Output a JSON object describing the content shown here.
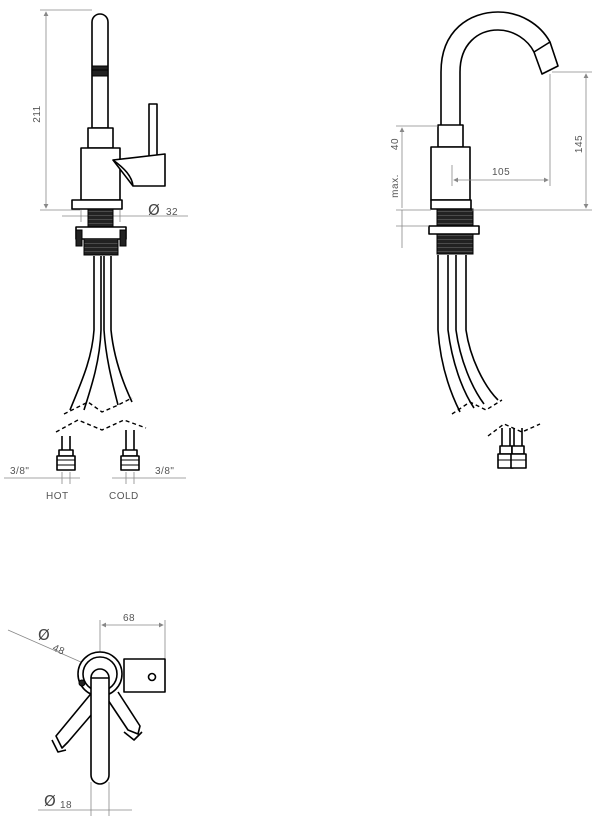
{
  "front_view": {
    "height_label": "211",
    "diameter_symbol": "Ø",
    "base_diameter_label": "32",
    "hot_thread_label": "3/8\"",
    "cold_thread_label": "3/8\"",
    "hot_label": "HOT",
    "cold_label": "COLD"
  },
  "side_view": {
    "max_label": "max.",
    "max_value_label": "40",
    "reach_label": "105",
    "spout_height_label": "145"
  },
  "top_view": {
    "diameter_symbol": "Ø",
    "body_diameter_label": "48",
    "handle_length_label": "68",
    "spout_diameter_label": "18"
  }
}
